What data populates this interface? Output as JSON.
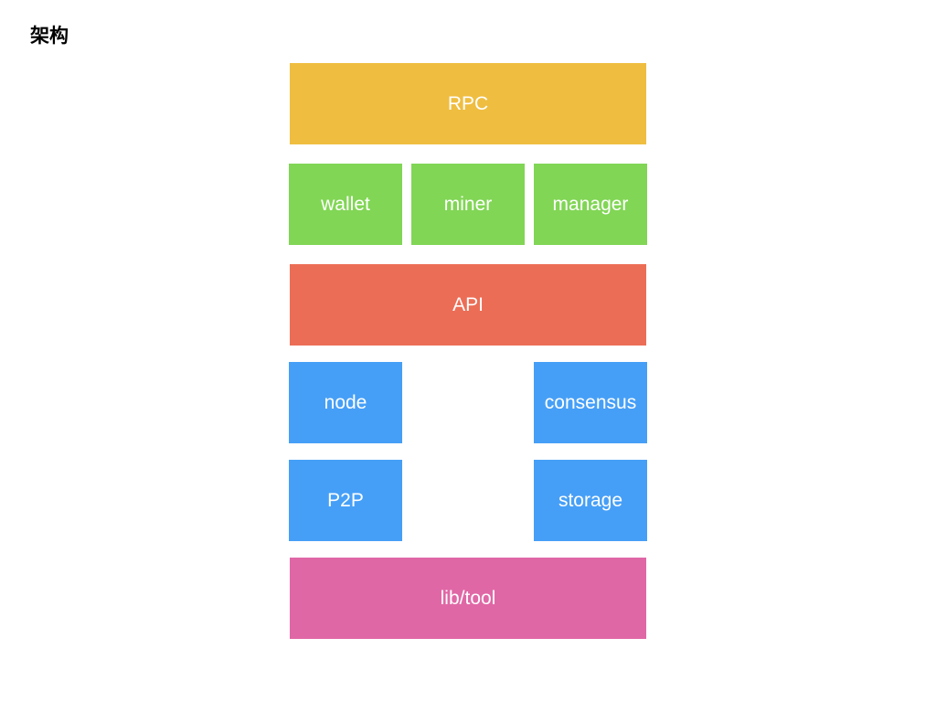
{
  "title": "架构",
  "colors": {
    "rpc": "#EFBD40",
    "modules": "#81D655",
    "api": "#EC6D56",
    "core": "#469FF7",
    "lib": "#E067A6"
  },
  "blocks": {
    "rpc": "RPC",
    "wallet": "wallet",
    "miner": "miner",
    "manager": "manager",
    "api": "API",
    "node": "node",
    "consensus": "consensus",
    "p2p": "P2P",
    "storage": "storage",
    "lib": "lib/tool"
  }
}
